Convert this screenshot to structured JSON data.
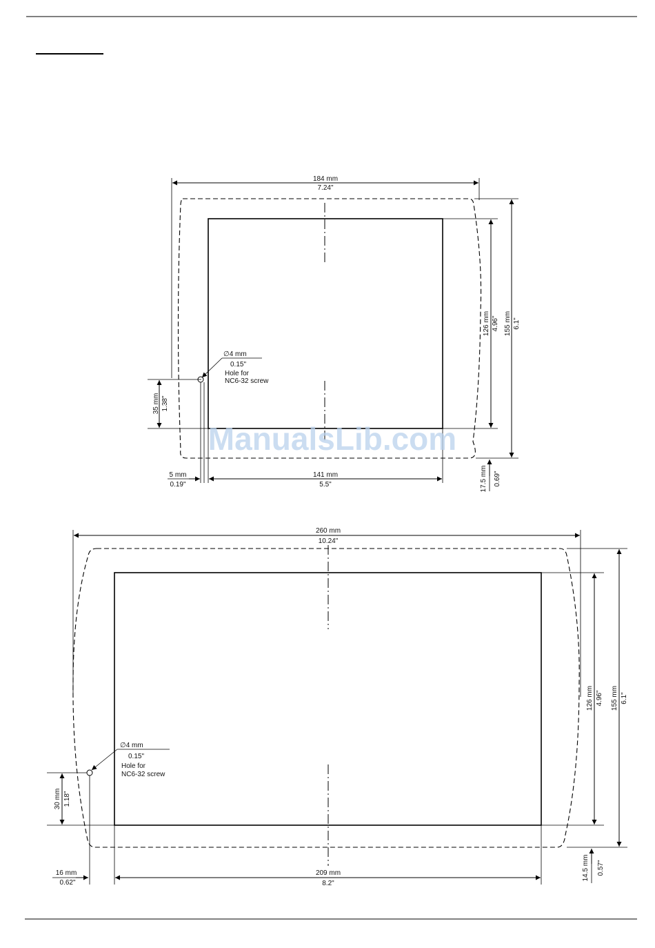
{
  "watermark": "ManualsLib.com",
  "drawing1": {
    "width_mm": "184 mm",
    "width_in": "7.24\"",
    "inner_height_mm": "126 mm",
    "inner_height_in": "4.96\"",
    "outer_height_mm": "155 mm",
    "outer_height_in": "6.1\"",
    "hole_dia": "∅4 mm",
    "hole_dia_in": "0.15\"",
    "hole_note_1": "Hole for",
    "hole_note_2": "NC6-32 screw",
    "hole_offset_v_mm": "35 mm",
    "hole_offset_v_in": "1.38\"",
    "hole_offset_h_mm": "5 mm",
    "hole_offset_h_in": "0.19\"",
    "inner_width_mm": "141 mm",
    "inner_width_in": "5.5\"",
    "bottom_offset_mm": "17.5 mm",
    "bottom_offset_in": "0.69\""
  },
  "drawing2": {
    "width_mm": "260 mm",
    "width_in": "10.24\"",
    "inner_height_mm": "126 mm",
    "inner_height_in": "4.96\"",
    "outer_height_mm": "155 mm",
    "outer_height_in": "6.1\"",
    "hole_dia": "∅4 mm",
    "hole_dia_in": "0.15\"",
    "hole_note_1": "Hole for",
    "hole_note_2": "NC6-32 screw",
    "hole_offset_v_mm": "30 mm",
    "hole_offset_v_in": "1.18\"",
    "hole_offset_h_mm": "16 mm",
    "hole_offset_h_in": "0.62\"",
    "inner_width_mm": "209 mm",
    "inner_width_in": "8.2\"",
    "bottom_offset_mm": "14.5 mm",
    "bottom_offset_in": "0.57\""
  }
}
